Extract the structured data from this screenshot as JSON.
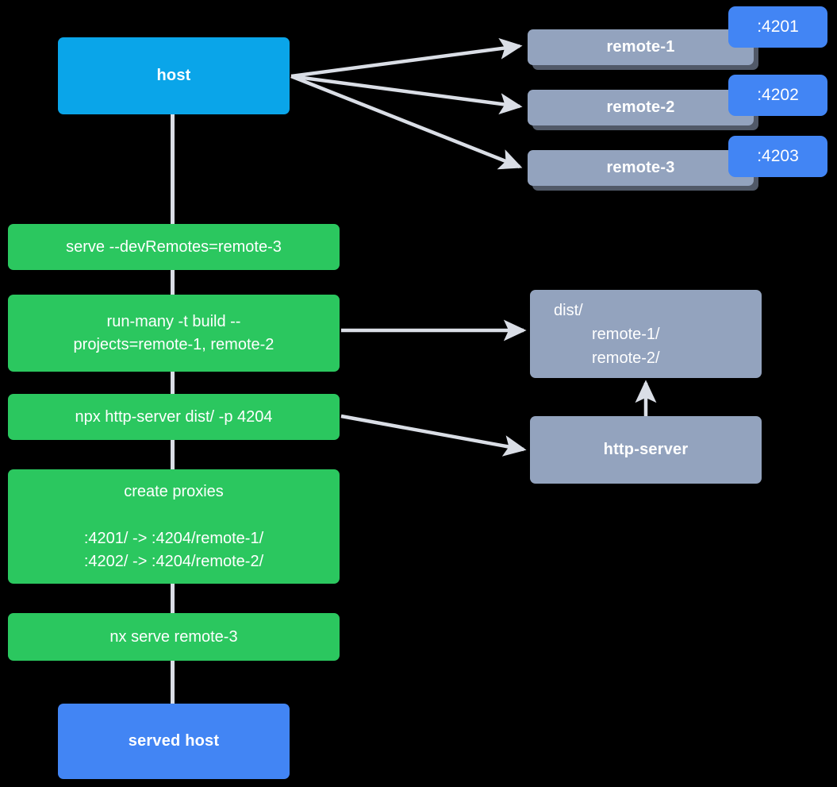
{
  "diagram": {
    "title": "nx host and remotes serve flow",
    "colors": {
      "background": "#000000",
      "host": "#0aa5e9",
      "served_host": "#4285f4",
      "remote": "#93a3be",
      "command": "#2bc75f",
      "badge": "#4285f4",
      "edge": "#dadee6"
    }
  },
  "nodes": {
    "host": {
      "label": "host"
    },
    "remote_1": {
      "label": "remote-1",
      "port_badge": ":4201"
    },
    "remote_2": {
      "label": "remote-2",
      "port_badge": ":4202"
    },
    "remote_3": {
      "label": "remote-3",
      "port_badge": ":4203"
    },
    "dist": {
      "line_1": "dist/",
      "line_2": "remote-1/",
      "line_3": "remote-2/"
    },
    "http_server": {
      "label": "http-server"
    },
    "served_host": {
      "label": "served host"
    }
  },
  "commands": [
    {
      "id": "serve-dev-remotes",
      "label": "serve --devRemotes=remote-3"
    },
    {
      "id": "run-many-build",
      "line_1": "run-many -t build --",
      "line_2": "projects=remote-1, remote-2"
    },
    {
      "id": "npx-http-server",
      "label": "npx http-server dist/ -p 4204"
    },
    {
      "id": "create-proxies",
      "title": "create proxies",
      "line_1": ":4201/ -> :4204/remote-1/",
      "line_2": ":4202/ -> :4204/remote-2/"
    },
    {
      "id": "nx-serve-remote-3",
      "label": "nx serve remote-3"
    }
  ],
  "edges": [
    {
      "from": "host",
      "to": "remote-1"
    },
    {
      "from": "host",
      "to": "remote-2"
    },
    {
      "from": "host",
      "to": "remote-3"
    },
    {
      "from": "run-many-build",
      "to": "dist"
    },
    {
      "from": "npx-http-server",
      "to": "http-server"
    },
    {
      "from": "http-server",
      "to": "dist"
    }
  ]
}
